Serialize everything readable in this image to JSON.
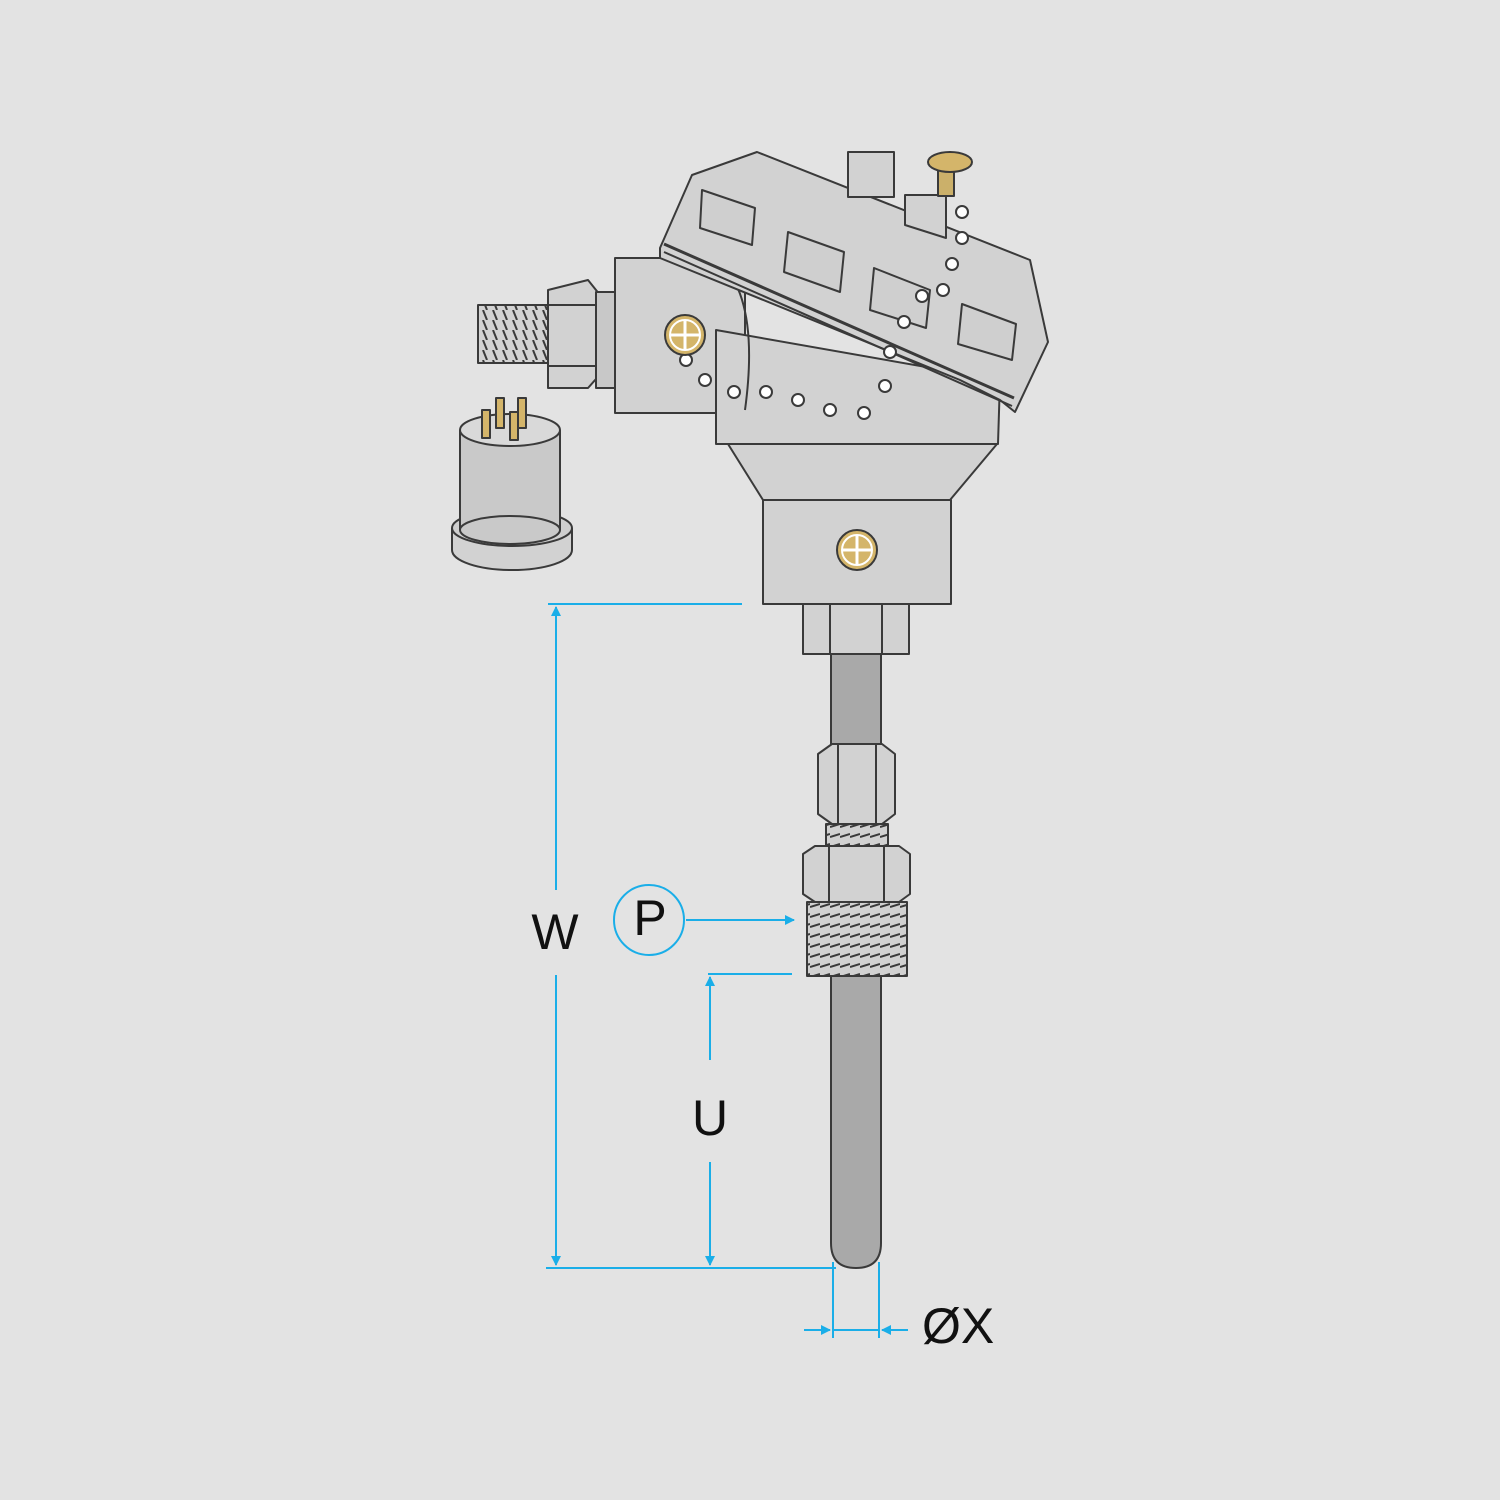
{
  "labels": {
    "overall_length": "W",
    "process_connection": "P",
    "immersion_length": "U",
    "sheath_diameter": "ØX"
  },
  "colors": {
    "background": "#e3e3e3",
    "metal": "#d2d2d2",
    "metal_dark": "#a9a9a9",
    "outline": "#3a3a3a",
    "brass": "#d4b56a",
    "dimension": "#1aaee8"
  },
  "icons": [
    "connector-plug-icon",
    "screw-icon",
    "chain-icon",
    "cap-knob-icon"
  ]
}
